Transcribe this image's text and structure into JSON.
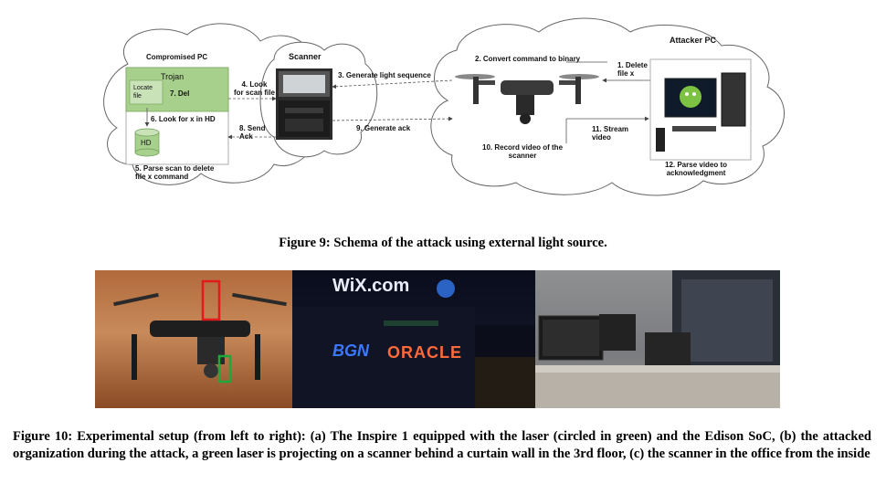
{
  "figure9": {
    "caption": "Figure 9: Schema of the attack using external light source.",
    "compromised_pc": {
      "title": "Compromised PC",
      "trojan": "Trojan",
      "locate_file": "Locate\nfile",
      "del": "7. Del",
      "look_for_x": "6. Look for x in HD",
      "hd": "HD",
      "parse_scan": "5. Parse scan to delete\nfile x command"
    },
    "scanner": {
      "title": "Scanner",
      "look_for_scan": "4. Look\nfor scan file",
      "send_ack": "8. Send\nAck",
      "generate_light": "3. Generate light sequence",
      "generate_ack": "9. Generate ack"
    },
    "attacker_pc": {
      "title": "Attacker PC",
      "convert": "2. Convert command to binary",
      "delete_file": "1. Delete\nfile x",
      "stream_video": "11. Stream\nvideo",
      "record_video": "10. Record video of the\nscanner",
      "parse_video": "12. Parse video to\nacknowledgment"
    }
  },
  "figure10": {
    "caption": "Figure 10: Experimental setup (from left to right): (a) The Inspire 1 equipped with the laser (circled in green) and the Edison SoC, (b) the attacked organization during the attack, a green laser is projecting on a scanner behind a curtain wall in the 3rd floor, (c) the scanner in the office from the inside",
    "signs": {
      "wix": "WiX.com",
      "bgn": "BGN",
      "oracle": "ORACLE"
    }
  }
}
